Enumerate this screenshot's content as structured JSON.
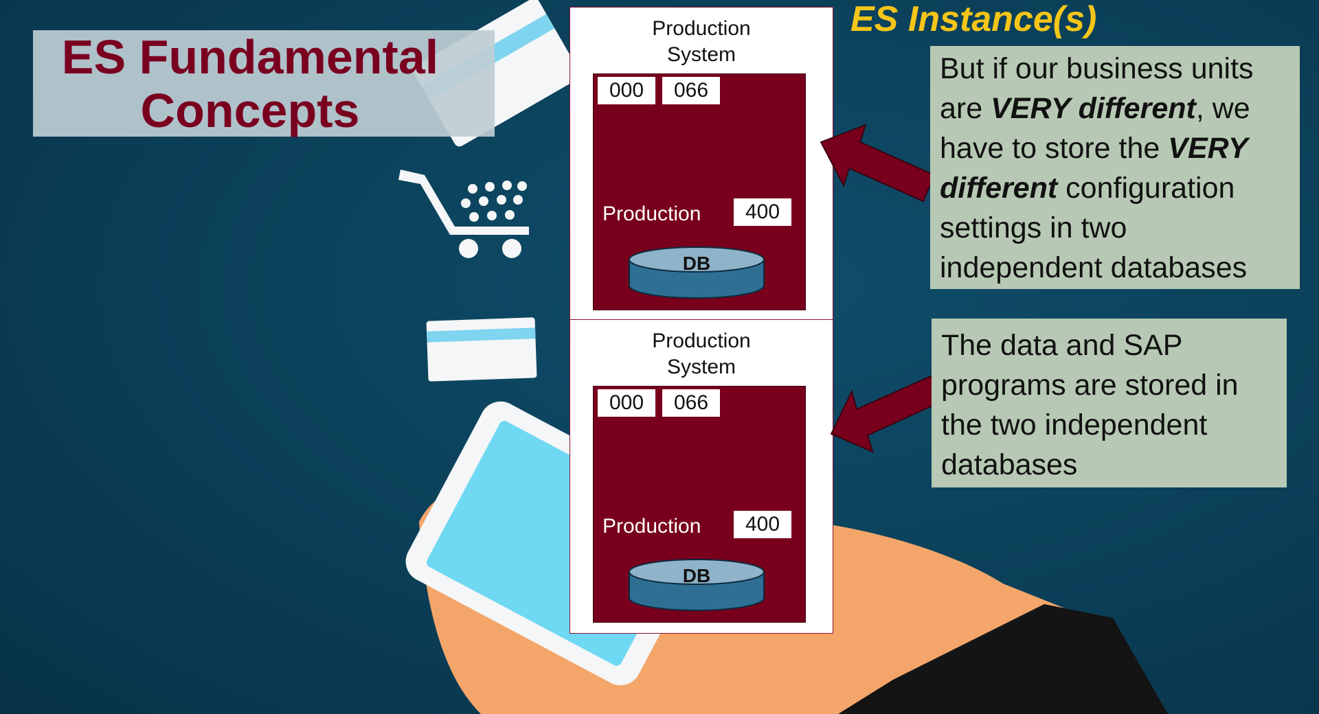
{
  "slide": {
    "title": "ES Fundamental Concepts",
    "heading": "ES Instance(s)"
  },
  "systems": [
    {
      "label_line1": "Production",
      "label_line2": "System",
      "clients": [
        "000",
        "066"
      ],
      "production_label": "Production",
      "production_client": "400",
      "db_label": "DB"
    },
    {
      "label_line1": "Production",
      "label_line2": "System",
      "clients": [
        "000",
        "066"
      ],
      "production_label": "Production",
      "production_client": "400",
      "db_label": "DB"
    }
  ],
  "notes": {
    "note1": {
      "t1": "But if our business units are ",
      "b1": "VERY different",
      "t2": ", we have to store the ",
      "b2": "VERY different",
      "t3": " configuration settings in two independent  databases"
    },
    "note2": {
      "text": "The data and SAP programs are stored in the two independent databases"
    }
  },
  "colors": {
    "background": "#0b3f58",
    "title_text": "#7a0020",
    "heading_text": "#f5c518",
    "system_inner": "#78001c",
    "note_bg": "#b7c9b4",
    "arrow_fill": "#78001c",
    "db_fill": "#2f6f94"
  }
}
